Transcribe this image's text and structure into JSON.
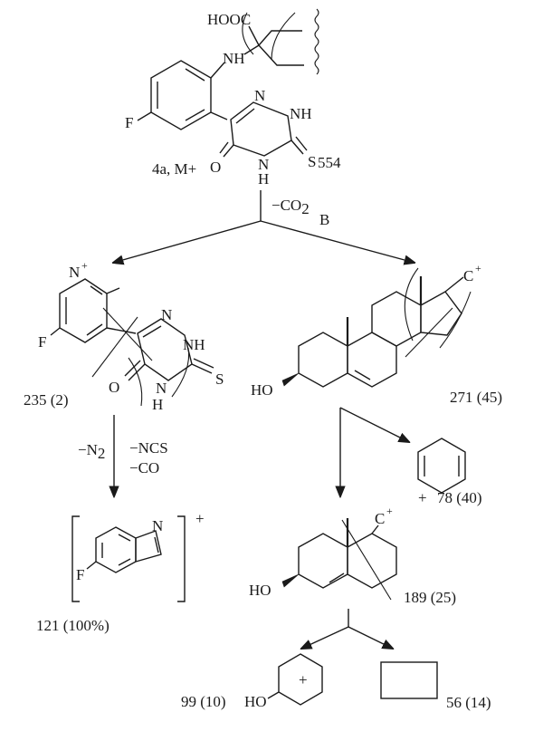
{
  "colors": {
    "ink": "#1a1a1a",
    "background": "#ffffff"
  },
  "parent": {
    "acid_label": "HOOC",
    "amine_label": "NH",
    "fluoro": "F",
    "ring_n1": "N",
    "ring_nh1": "NH",
    "ring_nh2": "N",
    "ring_nh2_h": "H",
    "ring_o": "O",
    "ring_s": "S",
    "compound_label": "4a, M+",
    "mass": "554"
  },
  "step_b": {
    "loss": "−CO",
    "loss_sub": "2",
    "pathway": "B"
  },
  "left_branch": {
    "cation_n": "N",
    "cation_charge": "+",
    "fluoro": "F",
    "ring_n": "N",
    "ring_nh": "NH",
    "ring_o": "O",
    "ring_nh2": "N",
    "ring_h": "H",
    "ring_s": "S",
    "fragment_label": "235 (2)",
    "loss_n2": "−N",
    "loss_n2_sub": "2",
    "loss_ncs": "−NCS",
    "loss_co": "−CO",
    "product_n": "N",
    "product_fluoro": "F",
    "product_charge": "+",
    "product_label": "121 (100%)"
  },
  "right_branch": {
    "cation_c": "C",
    "cation_charge": "+",
    "hydroxy": "HO",
    "fragment_label": "271 (45)",
    "diene_charge": "+",
    "diene_label": "78 (40)",
    "fragment2_c": "C",
    "fragment2_charge": "+",
    "fragment2_hydroxy": "HO",
    "fragment2_label": "189 (25)",
    "cyclohexyl_charge": "+",
    "cyclohexyl_hydroxy": "HO",
    "cyclohexyl_label": "99 (10)",
    "cyclobutane_label": "56 (14)"
  }
}
